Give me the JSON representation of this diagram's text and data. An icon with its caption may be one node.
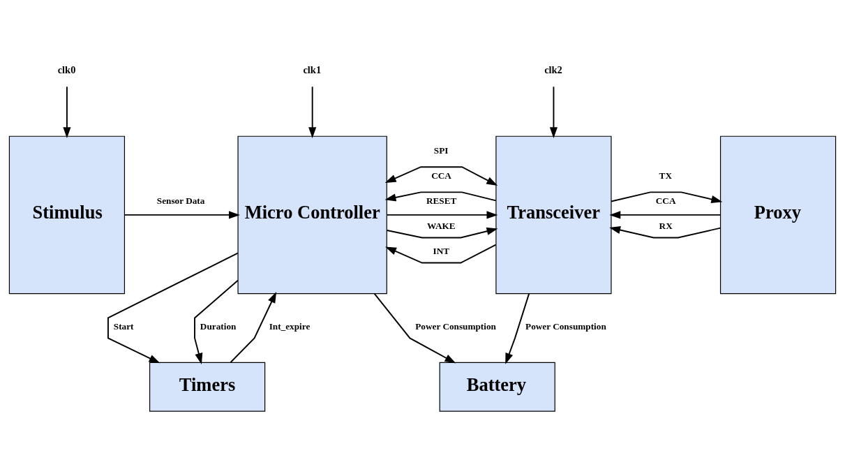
{
  "diagram": {
    "nodes": [
      {
        "text": [
          "clk0"
        ]
      },
      {
        "text": [
          "clk1"
        ]
      },
      {
        "text": [
          "clk2"
        ]
      },
      {
        "text": [
          "Stimulus"
        ]
      },
      {
        "text": [
          "Micro Controller"
        ]
      },
      {
        "text": [
          "Transceiver"
        ]
      },
      {
        "text": [
          "Proxy"
        ]
      },
      {
        "text": [
          "Timers"
        ]
      },
      {
        "text": [
          "Battery"
        ]
      }
    ],
    "edges": [
      {
        "from": 0,
        "to": 3,
        "arrow": "to"
      },
      {
        "from": 1,
        "to": 4,
        "arrow": "to"
      },
      {
        "from": 2,
        "to": 5,
        "arrow": "to"
      },
      {
        "from": 3,
        "to": 4,
        "arrow": "to",
        "label": "Sensor Data"
      },
      {
        "from": 4,
        "to": 5,
        "arrow": "both",
        "label": "SPI"
      },
      {
        "from": 5,
        "to": 4,
        "arrow": "to",
        "label": "INT"
      },
      {
        "from": 5,
        "to": 4,
        "arrow": "to",
        "label": "CCA"
      },
      {
        "from": 4,
        "to": 5,
        "arrow": "to",
        "label": "WAKE"
      },
      {
        "from": 4,
        "to": 5,
        "arrow": "to",
        "label": "RESET"
      },
      {
        "from": 5,
        "to": 6,
        "arrow": "to",
        "label": "TX"
      },
      {
        "from": 6,
        "to": 5,
        "arrow": "to",
        "label": "RX"
      },
      {
        "from": 6,
        "to": 5,
        "arrow": "to",
        "label": "CCA"
      },
      {
        "from": 7,
        "to": 4,
        "arrow": "to",
        "label": "Int_expire"
      },
      {
        "from": 4,
        "to": 7,
        "arrow": "to",
        "label": "Start"
      },
      {
        "from": 4,
        "to": 7,
        "arrow": "to",
        "label": "Duration"
      },
      {
        "from": 4,
        "to": 8,
        "arrow": "to",
        "label": "Power Consumption"
      },
      {
        "from": 5,
        "to": 8,
        "arrow": "to",
        "label": "Power Consumption"
      }
    ]
  }
}
